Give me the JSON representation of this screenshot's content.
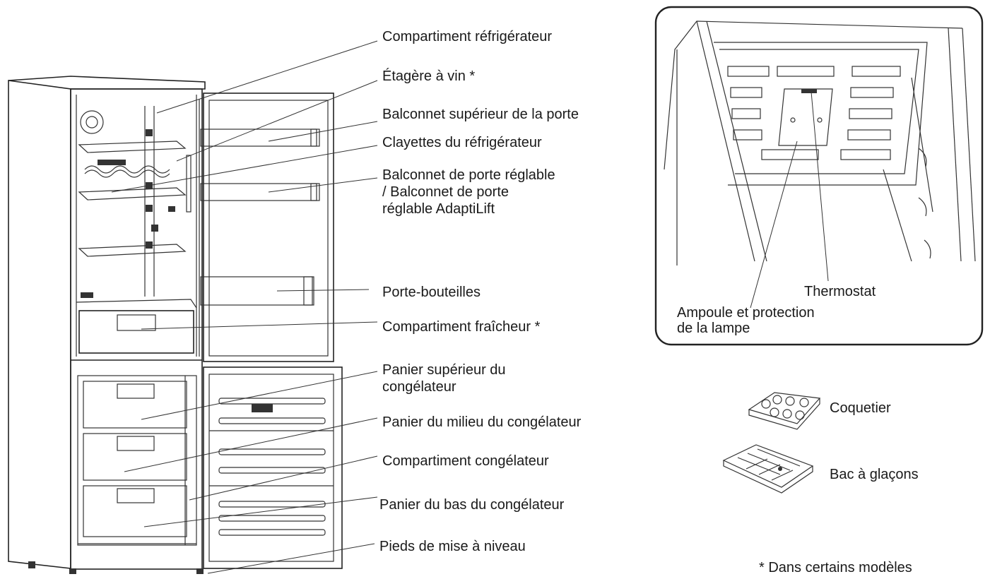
{
  "labels": {
    "fridge_compartment": "Compartiment réfrigérateur",
    "wine_rack": "Étagère à vin *",
    "upper_door_balcony": "Balconnet supérieur de la porte",
    "fridge_shelves": "Clayettes du réfrigérateur",
    "adjustable_door_balcony": "Balconnet de porte réglable\n/ Balconnet de porte\nréglable AdaptiLift",
    "bottle_holder": "Porte-bouteilles",
    "crisper": "Compartiment fraîcheur *",
    "freezer_top_basket": "Panier supérieur du\ncongélateur",
    "freezer_middle_basket": "Panier du milieu du congélateur",
    "freezer_compartment": "Compartiment congélateur",
    "freezer_bottom_basket": "Panier du bas du congélateur",
    "leveling_feet": "Pieds de mise à niveau"
  },
  "inset": {
    "thermostat": "Thermostat",
    "lamp": "Ampoule et protection\nde la lampe"
  },
  "accessories": {
    "egg_tray": "Coquetier",
    "ice_tray": "Bac à glaçons"
  },
  "footnote": "* Dans certains modèles",
  "colors": {
    "line": "#222222",
    "background": "#ffffff"
  }
}
